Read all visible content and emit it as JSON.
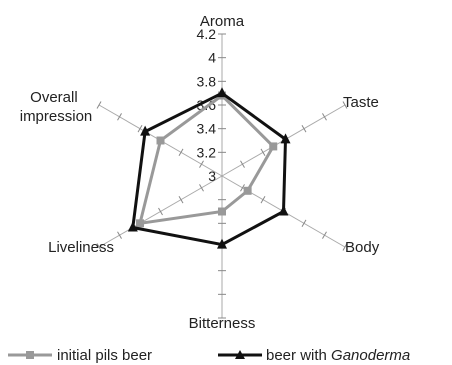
{
  "chart_data": {
    "type": "radar",
    "axes": [
      "Aroma",
      "Taste",
      "Body",
      "Bitterness",
      "Liveliness",
      "Overall impression"
    ],
    "range": [
      3,
      4.2
    ],
    "ticks": [
      "3",
      "3.2",
      "3.4",
      "3.6",
      "3.8",
      "4",
      "4.2"
    ],
    "grid": "spokes-with-tick-marks",
    "legend_position": "bottom",
    "series": [
      {
        "name": "initial pils beer",
        "values": [
          3.68,
          3.5,
          3.25,
          3.3,
          3.8,
          3.6
        ],
        "color": "#999999",
        "marker": "square"
      },
      {
        "name": "beer with Ganoderma",
        "name_prefix": "beer with ",
        "name_italic": "Ganoderma",
        "values": [
          3.7,
          3.62,
          3.6,
          3.58,
          3.87,
          3.75
        ],
        "color": "#111111",
        "marker": "triangle"
      }
    ]
  }
}
